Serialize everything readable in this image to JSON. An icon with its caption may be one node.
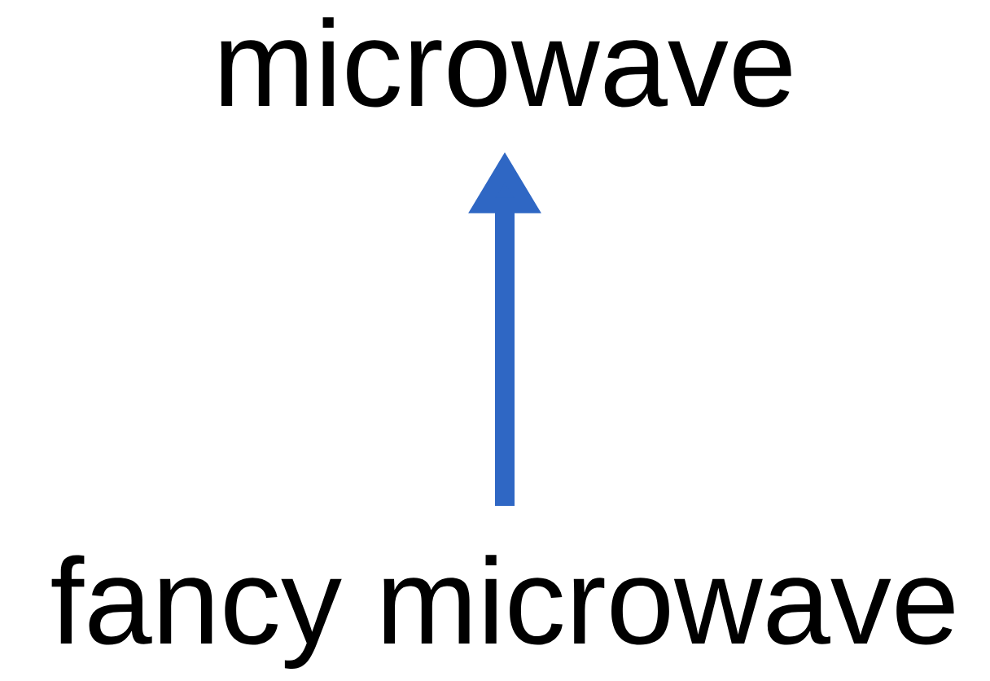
{
  "diagram": {
    "nodes": [
      {
        "text": [
          "microwave"
        ]
      },
      {
        "text": [
          "fancy microwave"
        ]
      }
    ],
    "edges": [
      {
        "from": 1,
        "to": 0,
        "arrow": "to"
      }
    ]
  }
}
